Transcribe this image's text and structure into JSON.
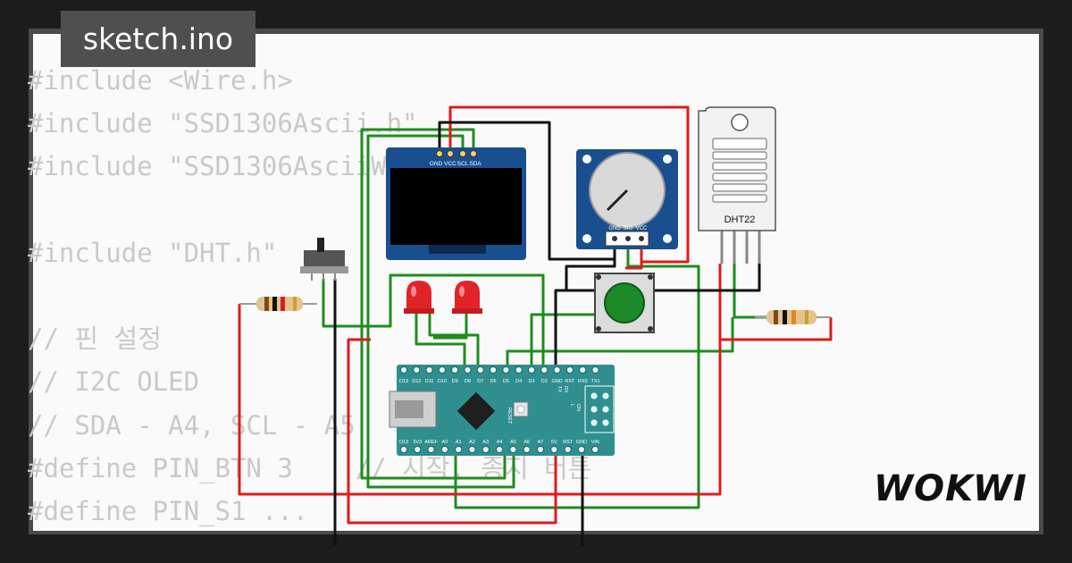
{
  "title_tag": "sketch.ino",
  "code_lines": [
    "#include <Wire.h>",
    "#include \"SSD1306Ascii.h\"",
    "#include \"SSD1306AsciiWire.h\"",
    "",
    "#include \"DHT.h\"",
    "",
    "// 핀 설정",
    "// I2C OLED",
    "// SDA - A4, SCL - A5",
    "#define PIN_BTN 3    // 시작, 종지 버튼",
    "#define PIN_S1 ..."
  ],
  "brand": "WOKWI",
  "components": {
    "oled_pins": [
      "GND",
      "VCC",
      "SCL",
      "SDA"
    ],
    "pot_pins": [
      "GND",
      "SIG",
      "VCC"
    ],
    "dht_label": "DHT22",
    "nano_top_pins": [
      "D13",
      "D12",
      "D11",
      "D10",
      "D9",
      "D8",
      "D7",
      "D6",
      "D5",
      "D4",
      "D3",
      "D2",
      "GND",
      "RST",
      "RX0",
      "TX1"
    ],
    "nano_bottom_pins": [
      "D13",
      "3V3",
      "AREF",
      "A0",
      "A1",
      "A2",
      "A3",
      "A4",
      "A5",
      "A6",
      "A7",
      "5V",
      "RST",
      "GND",
      "VIN"
    ],
    "nano_labels": [
      "RESET",
      "TX",
      "RX",
      "L",
      "ON"
    ]
  },
  "colors": {
    "wire_green": "#1e8c1e",
    "wire_red": "#e01b1b",
    "wire_black": "#111111",
    "nano_board": "#2f8f8f",
    "oled_board": "#1a4f8f",
    "pot_board": "#1a4f8f",
    "led_red": "#e0242a",
    "button_green": "#1d8a2a"
  }
}
